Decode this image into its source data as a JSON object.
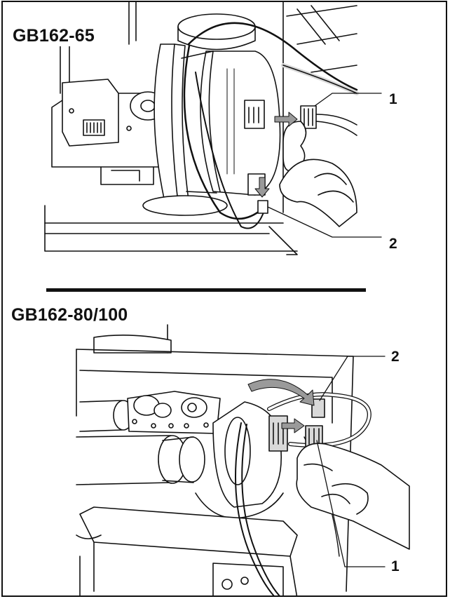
{
  "panels": [
    {
      "model": "GB162-65",
      "callouts": [
        "1",
        "2"
      ]
    },
    {
      "model": "GB162-80/100",
      "callouts": [
        "2",
        "1"
      ]
    }
  ],
  "colors": {
    "line": "#111111",
    "shade": "#d9d9d9",
    "arrow": "#9a9a9a"
  }
}
